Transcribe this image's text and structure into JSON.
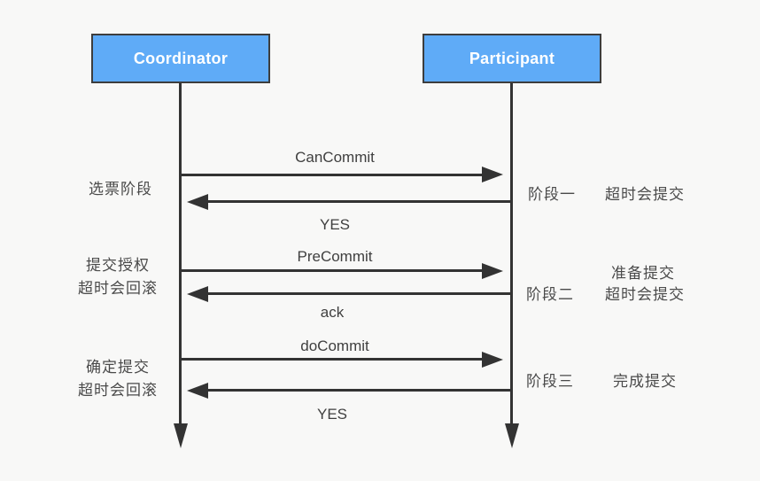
{
  "title": "3PC sequence diagram",
  "colors": {
    "background": "#f8f8f7",
    "actor_fill": "#5fabf7",
    "actor_border": "#3d3d3d",
    "line": "#333333",
    "actor_text": "#ffffff",
    "label_text": "#4a4a4a"
  },
  "actors": [
    {
      "id": "coordinator",
      "label": "Coordinator"
    },
    {
      "id": "participant",
      "label": "Participant"
    }
  ],
  "messages": [
    {
      "label": "CanCommit",
      "direction": "right",
      "from": "coordinator",
      "to": "participant"
    },
    {
      "label": "YES",
      "direction": "left",
      "from": "participant",
      "to": "coordinator"
    },
    {
      "label": "PreCommit",
      "direction": "right",
      "from": "coordinator",
      "to": "participant"
    },
    {
      "label": "ack",
      "direction": "left",
      "from": "participant",
      "to": "coordinator"
    },
    {
      "label": "doCommit",
      "direction": "right",
      "from": "coordinator",
      "to": "participant"
    },
    {
      "label": "YES",
      "direction": "left",
      "from": "participant",
      "to": "coordinator"
    }
  ],
  "phases_left": [
    {
      "lines": [
        "选票阶段"
      ]
    },
    {
      "lines": [
        "提交授权",
        "超时会回滚"
      ]
    },
    {
      "lines": [
        "确定提交",
        "超时会回滚"
      ]
    }
  ],
  "phases_right": [
    {
      "phase": "阶段一",
      "lines": [
        "超时会提交"
      ]
    },
    {
      "phase": "阶段二",
      "lines": [
        "准备提交",
        "超时会提交"
      ]
    },
    {
      "phase": "阶段三",
      "lines": [
        "完成提交"
      ]
    }
  ]
}
